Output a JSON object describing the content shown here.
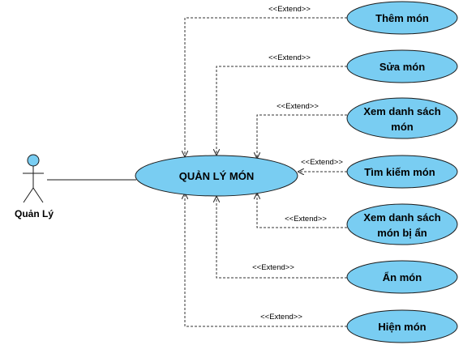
{
  "actor": {
    "label": "Quản Lý"
  },
  "main_use_case": {
    "label": "QUẢN LÝ MÓN"
  },
  "stereotype": "<<Extend>>",
  "use_cases": [
    {
      "lines": [
        "Thêm món"
      ]
    },
    {
      "lines": [
        "Sửa món"
      ]
    },
    {
      "lines": [
        "Xem danh sách",
        "món"
      ]
    },
    {
      "lines": [
        "Tìm kiếm món"
      ]
    },
    {
      "lines": [
        "Xem danh sách",
        "món bị ẩn"
      ]
    },
    {
      "lines": [
        "Ẩn món"
      ]
    },
    {
      "lines": [
        "Hiện món"
      ]
    }
  ],
  "colors": {
    "use_case_fill": "#79cdf2",
    "stroke": "#1a1a1a"
  }
}
